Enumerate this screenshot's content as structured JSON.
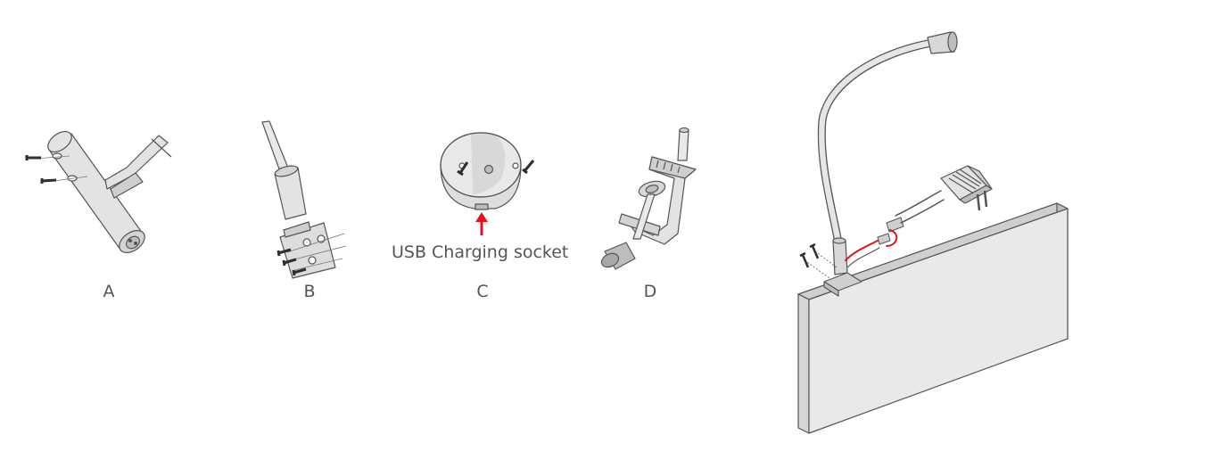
{
  "figures": [
    {
      "id": "A",
      "label": "A"
    },
    {
      "id": "B",
      "label": "B"
    },
    {
      "id": "C",
      "label": "C",
      "callout": "USB Charging socket"
    },
    {
      "id": "D",
      "label": "D"
    }
  ],
  "colors": {
    "stroke": "#555555",
    "fill_light": "#e3e3e3",
    "fill_mid": "#cfcfcf",
    "fill_dark": "#a9a9a9",
    "screw": "#2e2e2e",
    "accent_red": "#e0151b",
    "panel_front": "#e9e9e9",
    "panel_top": "#cfcfcf",
    "panel_side": "#bdbdbd"
  }
}
